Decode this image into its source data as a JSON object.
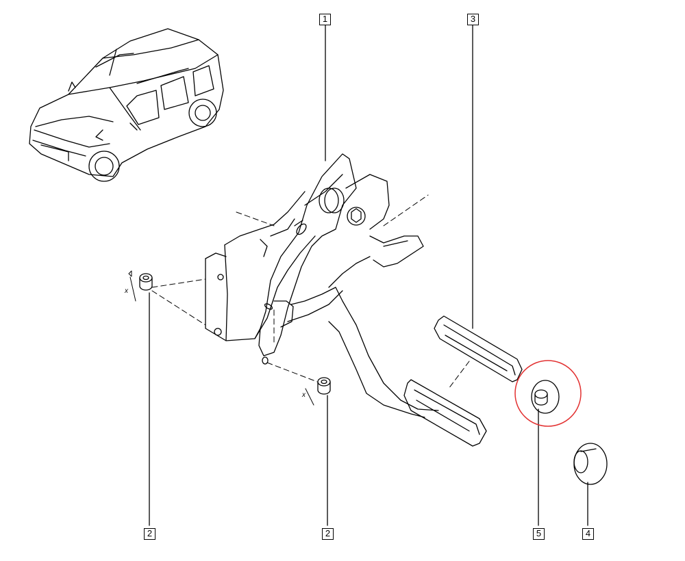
{
  "callouts": {
    "pedal_assembly": "1",
    "nut_left": "2",
    "nut_right": "2",
    "pedal_pad": "3",
    "clip_small": "4",
    "clip_large": "5"
  },
  "dimension_label": "x",
  "colors": {
    "line": "#000000",
    "highlight": "#e23030",
    "background": "#ffffff"
  }
}
